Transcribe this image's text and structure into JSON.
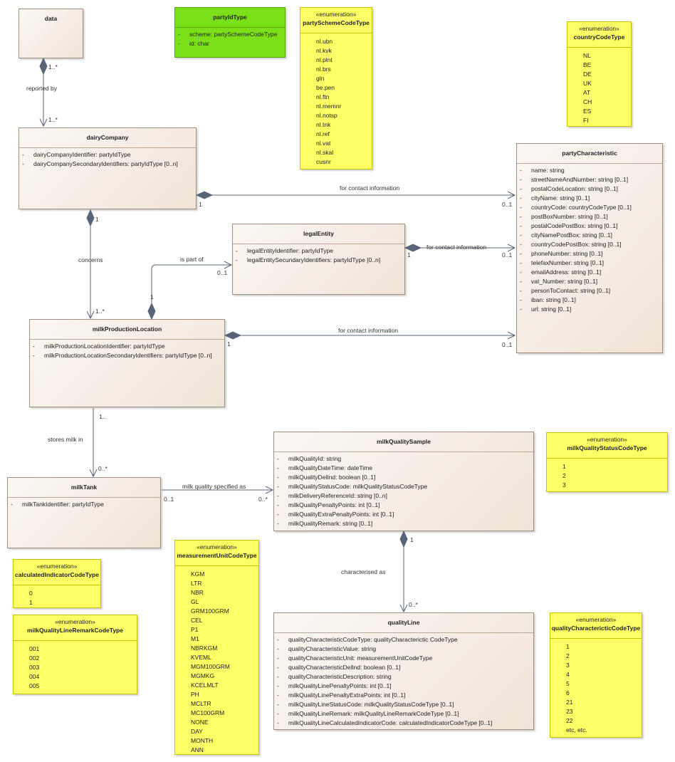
{
  "classes": {
    "data": {
      "name": "data",
      "attrs": []
    },
    "dairyCompany": {
      "name": "dairyCompany",
      "attrs": [
        "dairyCompanyIdentifier: partyIdType",
        "dairyCompanySecondaryIdentifiers: partyIdType [0..n]"
      ]
    },
    "legalEntity": {
      "name": "legalEntity",
      "attrs": [
        "legalEntityIdentifier: partyIdType",
        "legalEntitySecundaryIdentifiers: partyIdType [0..n]"
      ]
    },
    "milkProductionLocation": {
      "name": "milkProductionLocation",
      "attrs": [
        "milkProductionLocationIdentifier: partyIdType",
        "milkProductionLocationSecondaryIdentifiers: partyIdType [0..n]"
      ]
    },
    "milkTank": {
      "name": "milkTank",
      "attrs": [
        "milkTankIdentifier: partyIdType"
      ]
    },
    "partyCharacteristic": {
      "name": "partyCharacteristic",
      "attrs": [
        "name: string",
        "streetNameAndNumber: string [0..1]",
        "postalCodeLocation: string [0..1]",
        "cityName: string [0..1]",
        "countryCode: countryCodeType [0..1]",
        "postBoxNumber: string [0..1]",
        "postalCodePostBox: string [0..1]",
        "cityNamePostBox: string [0..1]",
        "countryCodePostBox: string [0..1]",
        "phoneNumber: string [0..1]",
        "telefaxNumber: string [0..1]",
        "emailAddress: string [0..1]",
        "vat_Number: string [0..1]",
        "personToContact: string [0..1]",
        "iban: string [0..1]",
        "url: string [0..1]"
      ]
    },
    "milkQualitySample": {
      "name": "milkQualitySample",
      "attrs": [
        "milkQualityId: string",
        "milkQualityDateTime: dateTime",
        "milkQualityDelInd: boolean [0..1]",
        "milkQualityStatusCode: milkQualityStatusCodeType",
        "milkDeliveryReferenceId: string [0..n]",
        "milkQualityPenaltyPoints: int [0..1]",
        "milkQualityExtraPenaltyPoints: int [0..1]",
        "milkQualityRemark: string [0..1]"
      ]
    },
    "qualityLine": {
      "name": "qualityLine",
      "attrs": [
        "qualityCharacteristicCodeType: qualityCharacterictic CodeType",
        "qualityCharacteristicValue: string",
        "qualityCharacteristicUnit: measurementUnitCodeType",
        "qualityCharacteristicDelInd: boolean [0..1]",
        "qualityCharacteristicDescription: string",
        "milkQualityLinePenaltyPoints: int [0..1]",
        "milkQualityLinePenaltyExtraPoints: int [0..1]",
        "milkQualityLineStatusCode: milkQualityStatusCodeType [0..1]",
        "milkQualityLineRemark: milkQualityLineRemarkCodeType [0..1]",
        "milkQualityLineCalculatedIndicatorCode: calculatedIndicatorCodeType [0..1]"
      ]
    },
    "partyIdType": {
      "name": "partyIdType",
      "attrs": [
        "scheme: partySchemeCodeType",
        "id: char"
      ]
    }
  },
  "enums": {
    "stereotype": "«enumeration»",
    "partySchemeCodeType": {
      "name": "partySchemeCodeType",
      "literals": [
        "nl.ubn",
        "nl.kvk",
        "nl.plnt",
        "nl.brs",
        "gln",
        "be.pen",
        "nl.ftn",
        "nl.memnr",
        "nl.notsp",
        "nl.tnk",
        "nl.ref",
        "nl.vat",
        "nl.skal",
        "cusnr"
      ]
    },
    "countryCodeType": {
      "name": "countryCodeType",
      "literals": [
        "NL",
        "BE",
        "DE",
        "UK",
        "AT",
        "CH",
        "ES",
        "FI"
      ]
    },
    "milkQualityStatusCodeType": {
      "name": "milkQualityStatusCodeType",
      "literals": [
        "1",
        "2",
        "3"
      ]
    },
    "calculatedIndicatorCodeType": {
      "name": "calculatedIndicatorCodeType",
      "literals": [
        "0",
        "1"
      ]
    },
    "milkQualityLineRemarkCodeType": {
      "name": "milkQualityLineRemarkCodeType",
      "literals": [
        "001",
        "002",
        "003",
        "004",
        "005"
      ]
    },
    "measurementUnitCodeType": {
      "name": "measurementUnitCodeType",
      "literals": [
        "KGM",
        "LTR",
        "NBR",
        "GL",
        "GRM100GRM",
        "CEL",
        "P1",
        "M1",
        "NBRKGM",
        "KVEML",
        "MGM100GRM",
        "MGMKG",
        "KCELMLT",
        "PH",
        "MCLTR",
        "MC100GRM",
        "NONE",
        "DAY",
        "MONTH",
        "ANN"
      ]
    },
    "qualityCharacterictic CodeType": {
      "name": "qualityCharactericticCodeType",
      "literals": [
        "1",
        "2",
        "3",
        "4",
        "5",
        "6",
        "21",
        "23",
        "22",
        "etc, etc."
      ]
    }
  },
  "associations": {
    "reported_by": {
      "label": "reported by",
      "src_mult": "1..*",
      "dst_mult": "1..*"
    },
    "dairy_contact": {
      "label": "for contact information",
      "src_mult": "1",
      "dst_mult": "0..1"
    },
    "legal_contact": {
      "label": "for contact information",
      "src_mult": "1",
      "dst_mult": "0..1"
    },
    "mpl_contact": {
      "label": "for contact information",
      "src_mult": "1",
      "dst_mult": "0..1"
    },
    "concerns": {
      "label": "concerns",
      "src_mult": "1",
      "dst_mult": "1..*"
    },
    "is_part_of": {
      "label": "is part of",
      "src_mult": "1",
      "dst_mult": "0..1"
    },
    "stores_milk_in": {
      "label": "stores milk in",
      "src_mult": "1..",
      "dst_mult": "0..*"
    },
    "quality_specified": {
      "label": "milk quality specified as",
      "src_mult": "0..1",
      "dst_mult": "0..*"
    },
    "characterised_as": {
      "label": "characterised as",
      "src_mult": "1",
      "dst_mult": "0..*"
    }
  }
}
